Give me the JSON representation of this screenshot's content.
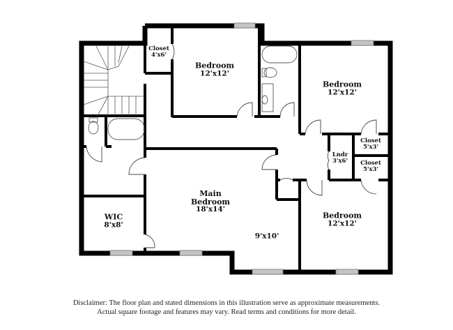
{
  "floor_plan": {
    "rooms": [
      {
        "id": "closet-top",
        "name": "Closet",
        "dimensions": "4'x6'"
      },
      {
        "id": "bedroom-top",
        "name": "Bedroom",
        "dimensions": "12'x12'"
      },
      {
        "id": "bedroom-right-top",
        "name": "Bedroom",
        "dimensions": "12'x12'"
      },
      {
        "id": "closet-right-1",
        "name": "Closet",
        "dimensions": "5'x3'"
      },
      {
        "id": "laundry",
        "name": "Lndr",
        "dimensions": "3'x6'"
      },
      {
        "id": "closet-right-2",
        "name": "Closet",
        "dimensions": "5'x3'"
      },
      {
        "id": "main-bedroom",
        "name": "Main Bedroom",
        "name_line1": "Main",
        "name_line2": "Bedroom",
        "dimensions": "18'x14'"
      },
      {
        "id": "sitting-area",
        "name": "",
        "dimensions": "9'x10'"
      },
      {
        "id": "wic",
        "name": "WIC",
        "dimensions": "8'x8'"
      },
      {
        "id": "bedroom-right-bottom",
        "name": "Bedroom",
        "dimensions": "12'x12'"
      }
    ],
    "fixtures": [
      "staircase",
      "toilet",
      "bathtub",
      "sink",
      "windows",
      "doors"
    ]
  },
  "disclaimer": {
    "line1": "Disclaimer: The floor plan and stated dimensions in this illustration serve as approximate measurements.",
    "line2": "Actual square footage and features may vary. Read terms and conditions for more detail."
  },
  "colors": {
    "wall": "#000000",
    "window": "#b8b8b8",
    "background": "#ffffff",
    "fixture_line": "#555555"
  }
}
